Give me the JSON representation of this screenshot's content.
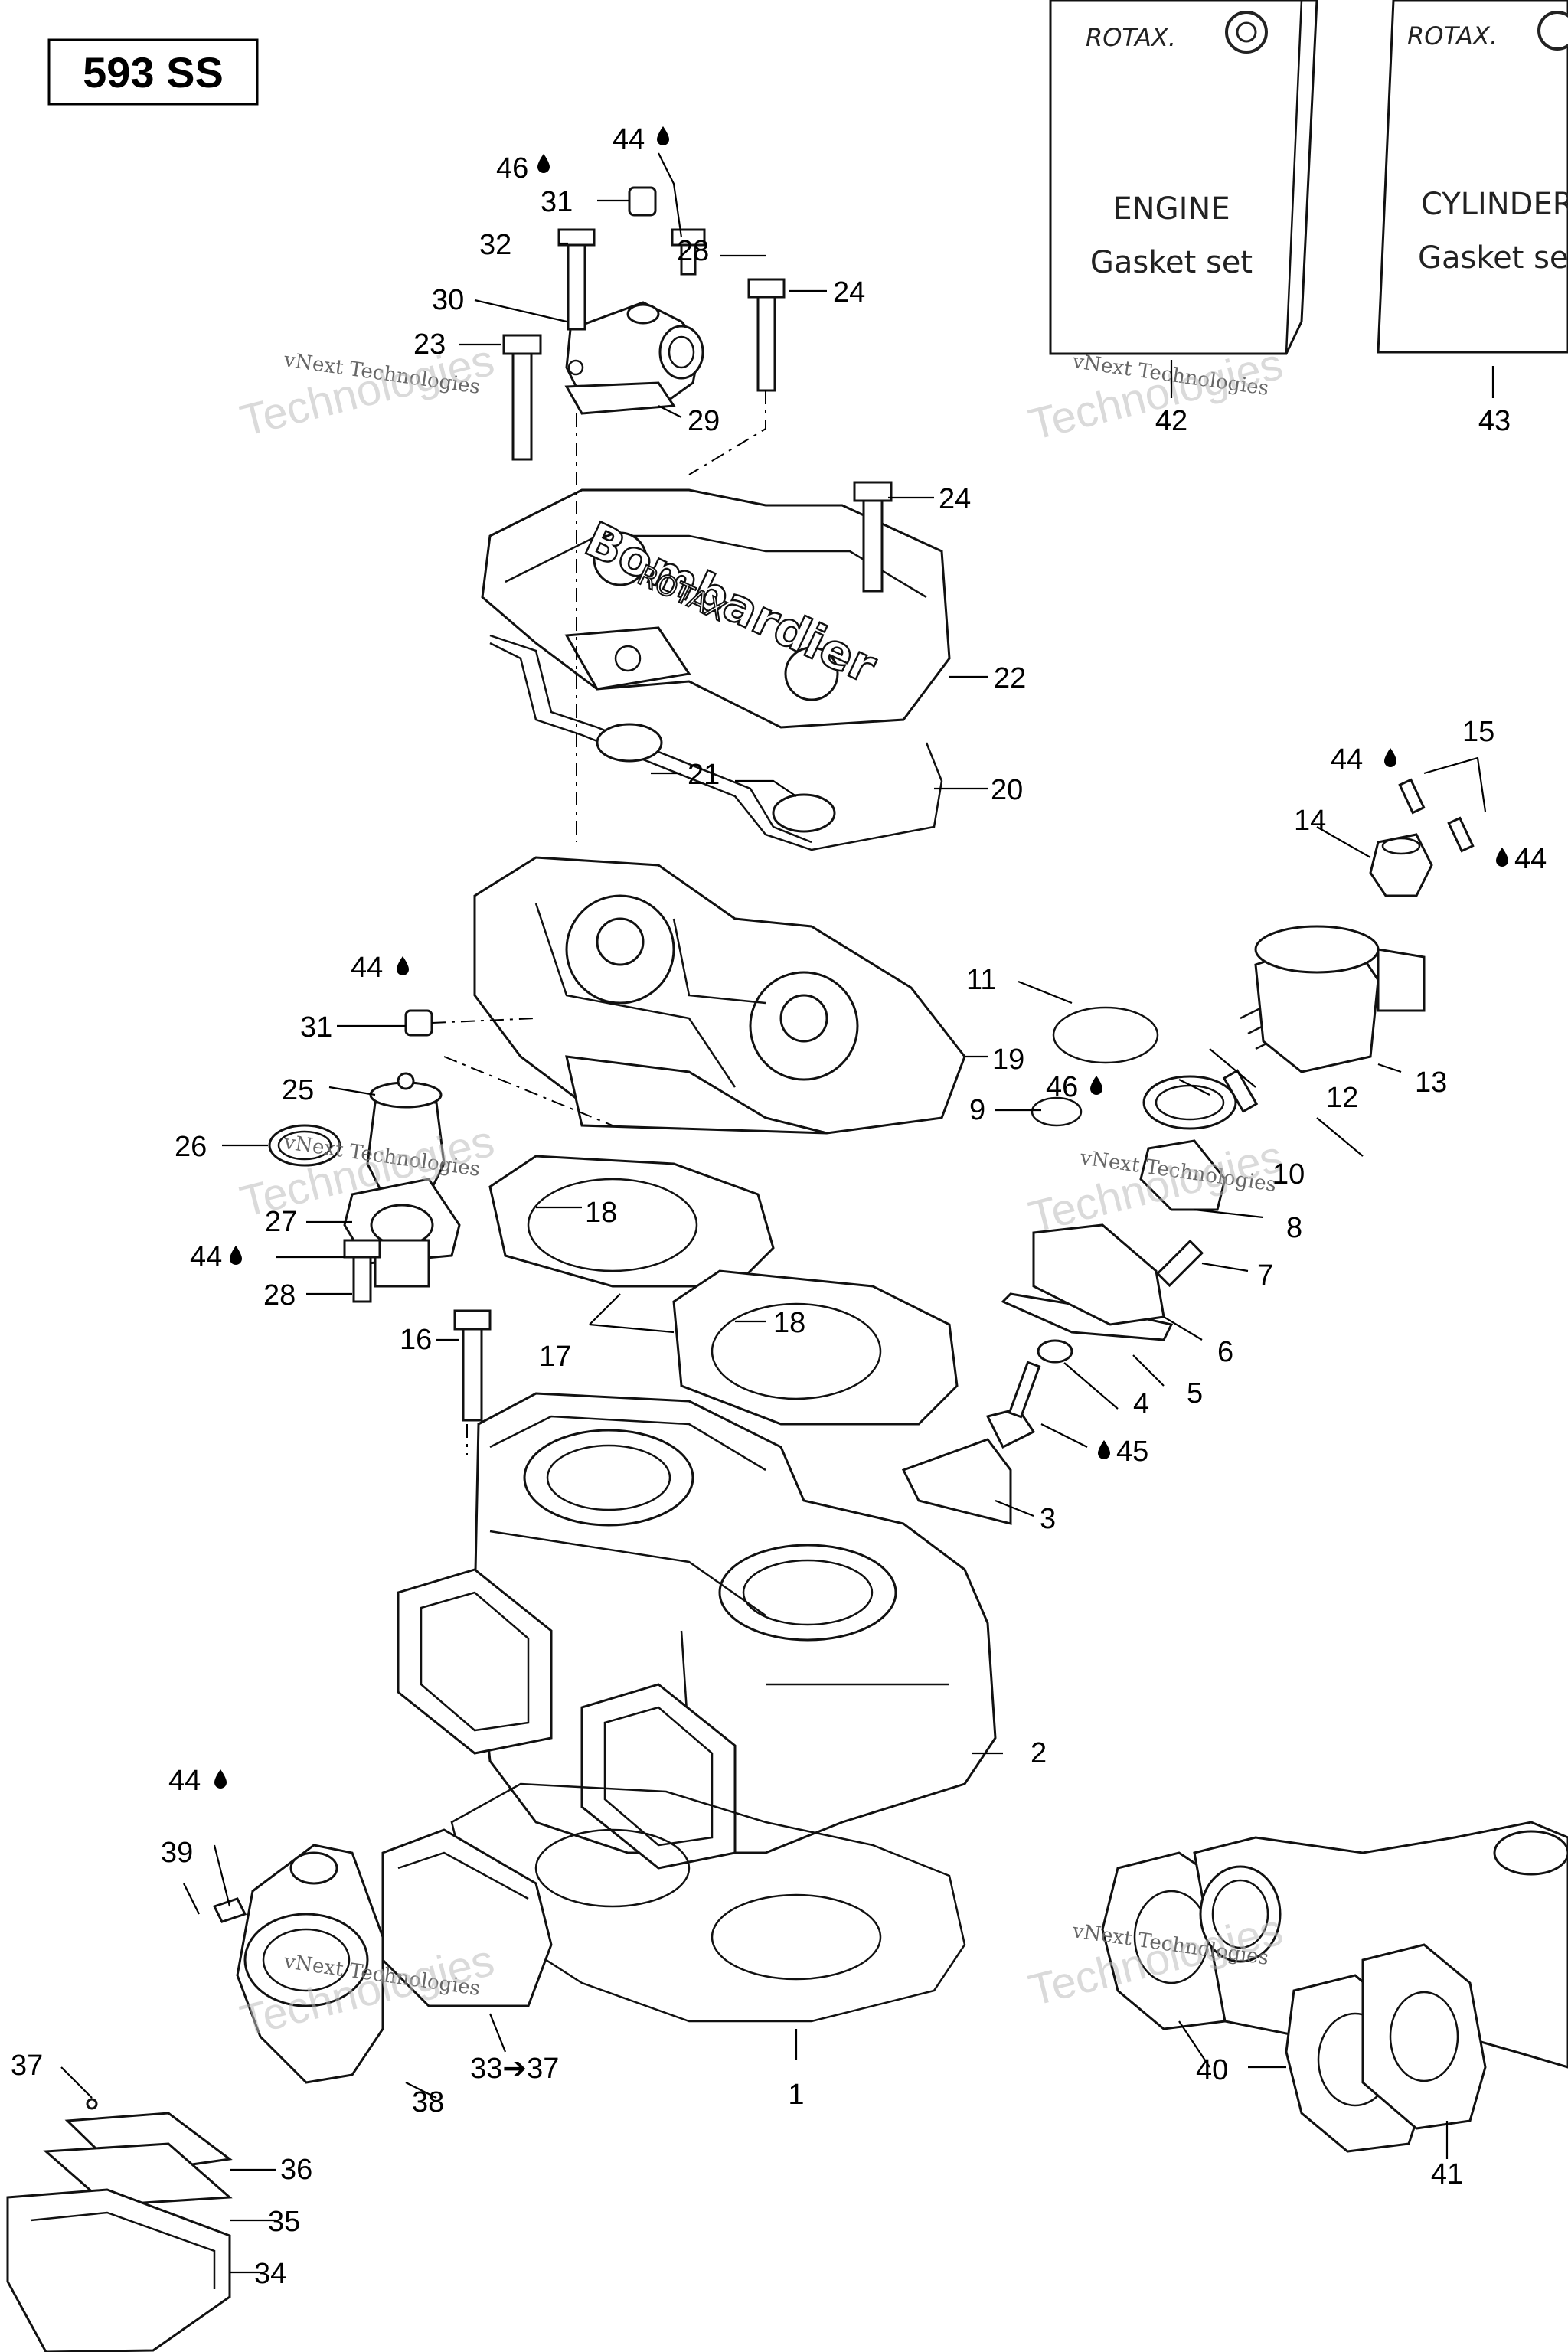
{
  "title": "593 SS",
  "brand": "ROTAX.",
  "watermark_line1": "vNext Technologies",
  "watermark_line2": "Technologies",
  "bags": [
    {
      "line1": "ENGINE",
      "line2": "Gasket set"
    },
    {
      "line1": "CYLINDER",
      "line2": "Gasket se"
    }
  ],
  "lube_marks": {
    "mark44": "44",
    "mark45": "45",
    "mark46": "46"
  },
  "callouts": {
    "n1": "1",
    "n2": "2",
    "n3": "3",
    "n4": "4",
    "n5": "5",
    "n6": "6",
    "n7": "7",
    "n8": "8",
    "n9": "9",
    "n10": "10",
    "n11": "11",
    "n12": "12",
    "n13": "13",
    "n14": "14",
    "n15": "15",
    "n16": "16",
    "n17": "17",
    "n18a": "18",
    "n18b": "18",
    "n19": "19",
    "n20": "20",
    "n21": "21",
    "n22": "22",
    "n23": "23",
    "n24a": "24",
    "n24b": "24",
    "n25": "25",
    "n26": "26",
    "n27": "27",
    "n28a": "28",
    "n28b": "28",
    "n29": "29",
    "n30": "30",
    "n31a": "31",
    "n31b": "31",
    "n32": "32",
    "n33": "33➔37",
    "n34": "34",
    "n35": "35",
    "n36": "36",
    "n37": "37",
    "n38": "38",
    "n39": "39",
    "n40": "40",
    "n41": "41",
    "n42": "42",
    "n43": "43"
  }
}
